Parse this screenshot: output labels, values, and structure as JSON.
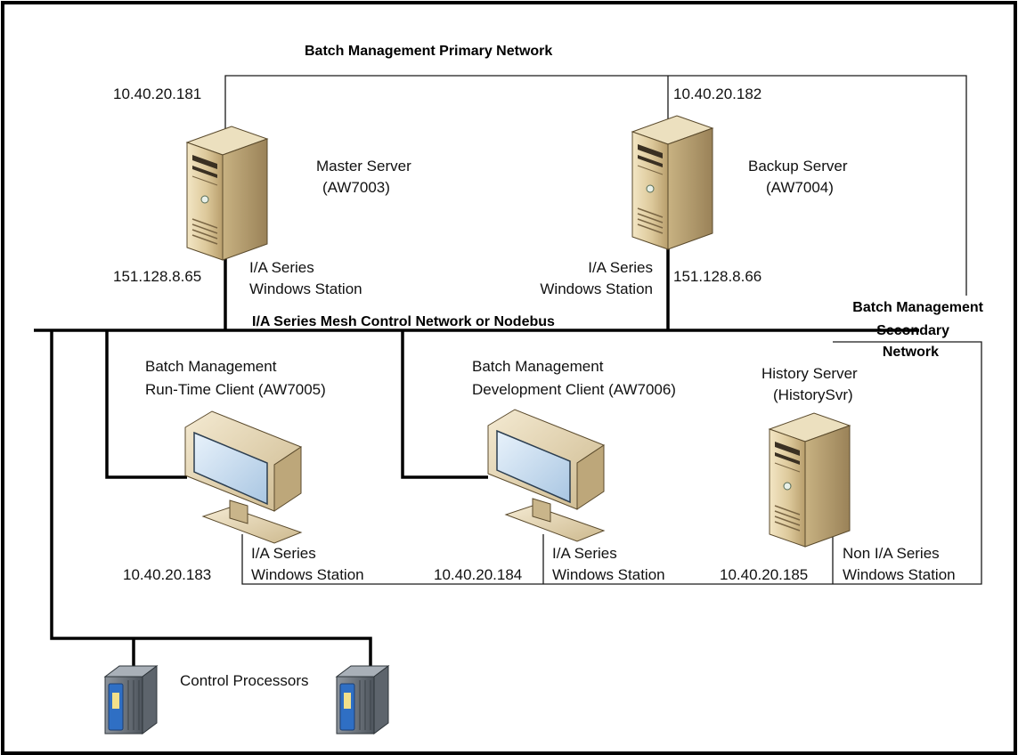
{
  "diagram": {
    "primary_network_label": "Batch Management  Primary Network",
    "mesh_network_label": "I/A Series Mesh Control Network or Nodebus",
    "secondary_network_label": [
      "Batch Management",
      "Secondary",
      "Network"
    ],
    "nodes": {
      "master": {
        "name": [
          "Master Server",
          "(AW7003)"
        ],
        "ip_primary": "10.40.20.181",
        "ip_mesh": "151.128.8.65",
        "station": [
          "I/A Series",
          "Windows Station"
        ]
      },
      "backup": {
        "name": [
          "Backup Server",
          "(AW7004)"
        ],
        "ip_primary": "10.40.20.182",
        "ip_mesh": "151.128.8.66",
        "station": [
          "I/A Series",
          "Windows Station"
        ]
      },
      "runtime": {
        "name": [
          "Batch Management",
          "Run-Time  Client (AW7005)"
        ],
        "ip": "10.40.20.183",
        "station": [
          "I/A Series",
          "Windows Station"
        ]
      },
      "dev": {
        "name": [
          "Batch Management",
          "Development  Client (AW7006)"
        ],
        "ip": "10.40.20.184",
        "station": [
          "I/A Series",
          "Windows Station"
        ]
      },
      "history": {
        "name": [
          "History Server",
          "(HistorySvr)"
        ],
        "ip": "10.40.20.185",
        "station": [
          "Non I/A Series",
          "Windows Station"
        ]
      },
      "cp": {
        "name": "Control  Processors"
      }
    }
  }
}
